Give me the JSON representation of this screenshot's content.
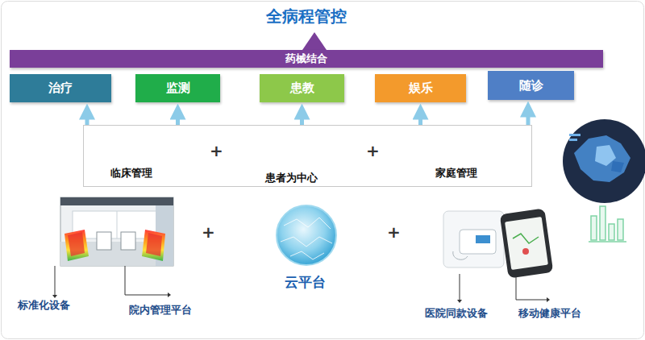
{
  "diagram": {
    "title": "全病程管控",
    "nodes": [
      {
        "text": [
          "药械结合"
        ]
      },
      {
        "text": [
          "治疗"
        ]
      },
      {
        "text": [
          "监测"
        ]
      },
      {
        "text": [
          "患教"
        ]
      },
      {
        "text": [
          "娱乐"
        ]
      },
      {
        "text": [
          "随诊"
        ]
      },
      {
        "text": [
          "临床管理",
          "患者为中心",
          "家庭管理"
        ]
      }
    ],
    "edges": [
      {
        "from": 6,
        "to": 1,
        "arrow": "to"
      },
      {
        "from": 6,
        "to": 2,
        "arrow": "to"
      },
      {
        "from": 6,
        "to": 3,
        "arrow": "to"
      },
      {
        "from": 6,
        "to": 4,
        "arrow": "to"
      },
      {
        "from": 6,
        "to": 5,
        "arrow": "to"
      }
    ],
    "labels": [
      "+",
      "+",
      "+",
      "+",
      "云平台",
      "标准化设备",
      "院内管理平台",
      "医院同款设备",
      "移动健康平台"
    ]
  }
}
